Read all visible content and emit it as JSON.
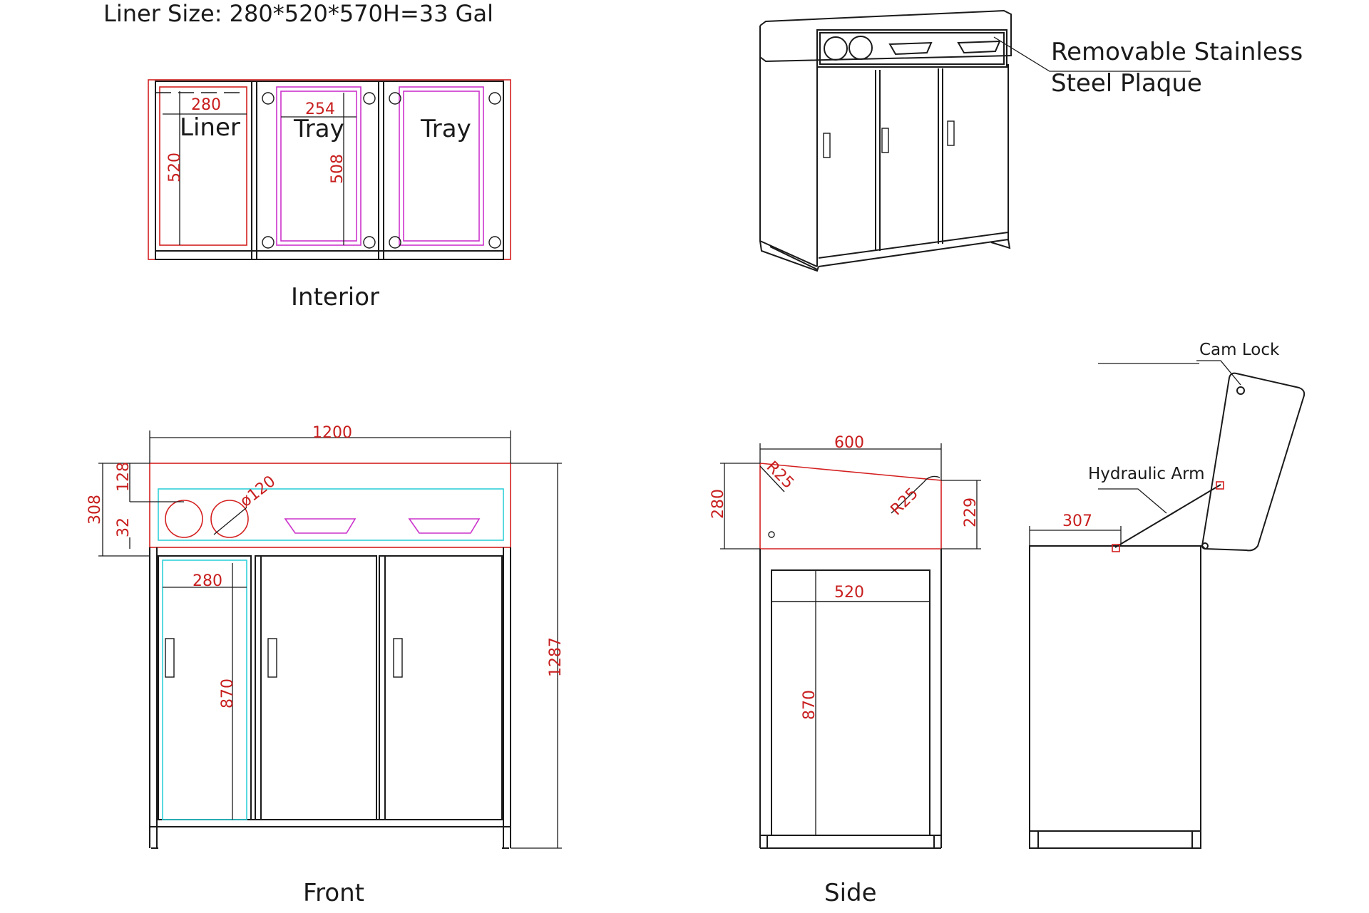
{
  "header": {
    "liner_size": "Liner Size: 280*520*570H=33 Gal"
  },
  "views": {
    "interior": "Interior",
    "front": "Front",
    "side": "Side"
  },
  "interior": {
    "liner_label": "Liner",
    "tray_label_1": "Tray",
    "tray_label_2": "Tray",
    "dim_liner_width": "280",
    "dim_liner_depth": "520",
    "dim_tray_width": "254",
    "dim_tray_depth": "508"
  },
  "callouts": {
    "plaque_line1": "Removable Stainless",
    "plaque_line2": "Steel Plaque",
    "cam_lock": "Cam Lock",
    "hydraulic_arm": "Hydraulic Arm"
  },
  "front": {
    "dim_width": "1200",
    "dim_top_height": "308",
    "dim_opening_offset": "128",
    "dim_bottom_gap": "32",
    "dim_hole_diameter": "ø120",
    "dim_door_width": "280",
    "dim_door_height": "870",
    "dim_total_height": "1287"
  },
  "side": {
    "dim_depth": "600",
    "dim_rear_height": "280",
    "dim_front_height": "229",
    "dim_radius_1": "R25",
    "dim_radius_2": "R25",
    "dim_inner_depth": "520",
    "dim_inner_height": "870",
    "dim_lid_offset": "307"
  }
}
